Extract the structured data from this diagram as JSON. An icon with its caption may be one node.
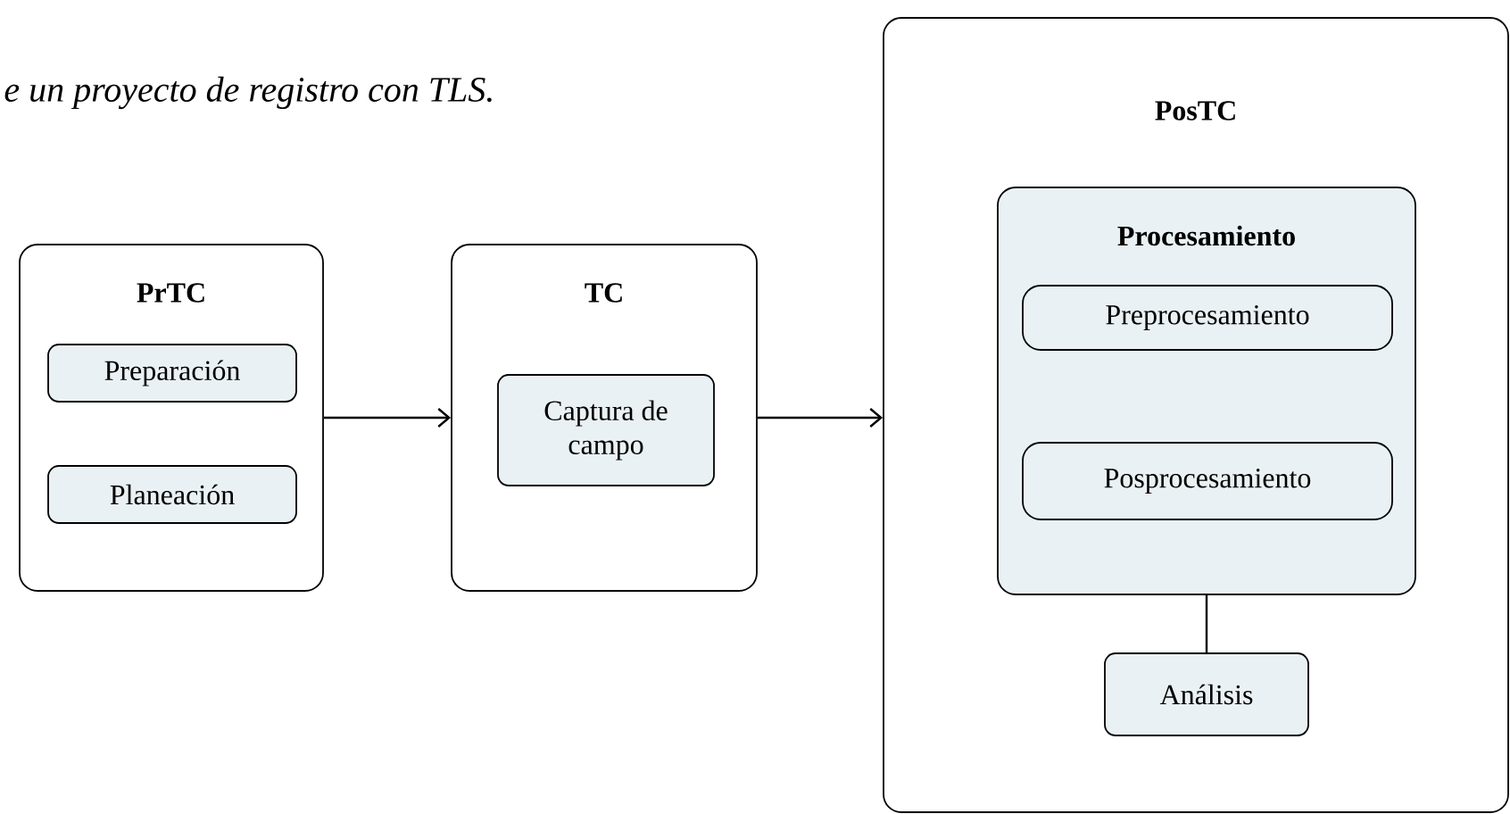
{
  "diagram": {
    "nodes": [
      {
        "text": [
          "PrTC"
        ]
      },
      {
        "text": [
          "Preparación"
        ],
        "in": 0
      },
      {
        "text": [
          "Planeación"
        ],
        "in": 0
      },
      {
        "text": [
          "TC"
        ]
      },
      {
        "text": [
          "Captura de campo"
        ],
        "in": 3
      },
      {
        "text": [
          "PosTC"
        ]
      },
      {
        "text": [
          "Procesamiento"
        ],
        "in": 5
      },
      {
        "text": [
          "Preprocesamiento"
        ],
        "in": 6
      },
      {
        "text": [
          "Posprocesamiento"
        ],
        "in": 6
      },
      {
        "text": [
          "Análisis"
        ],
        "in": 5
      }
    ],
    "edges": [
      {
        "from": 0,
        "to": 3,
        "arrow": "to"
      },
      {
        "from": 3,
        "to": 5,
        "arrow": "to"
      },
      {
        "from": 6,
        "to": 9,
        "arrow": "none"
      }
    ],
    "labels": [
      "e un proyecto de registro con TLS."
    ]
  }
}
